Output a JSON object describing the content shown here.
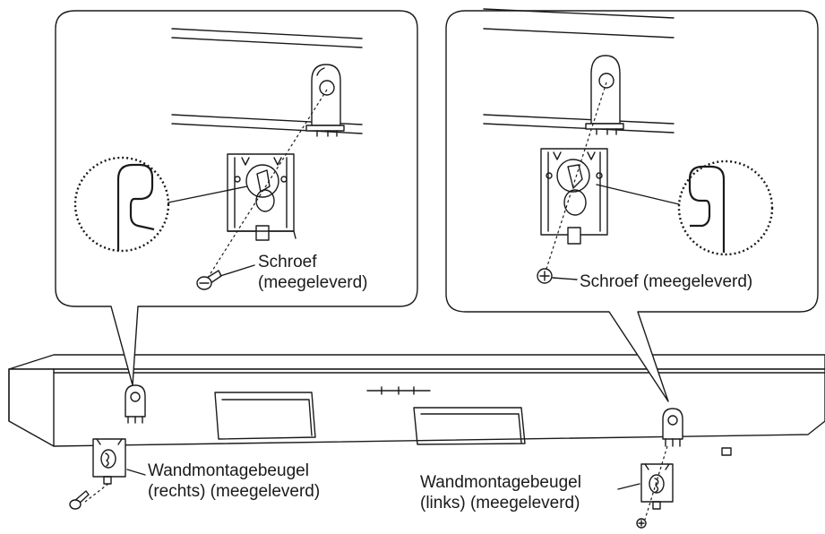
{
  "labels": {
    "screw_left": [
      "Schroef",
      "(meegeleverd)"
    ],
    "screw_right": "Schroef (meegeleverd)",
    "bracket_right": [
      "Wandmontagebeugel",
      "(rechts) (meegeleverd)"
    ],
    "bracket_left": [
      "Wandmontagebeugel",
      "(links) (meegeleverd)"
    ]
  },
  "icons": [
    "screw-icon",
    "wall-bracket",
    "bracket-hook",
    "magnifier-circle"
  ],
  "colors": {
    "line": "#1a1a1a",
    "background": "#ffffff",
    "panel_fill": "#ffffff"
  }
}
